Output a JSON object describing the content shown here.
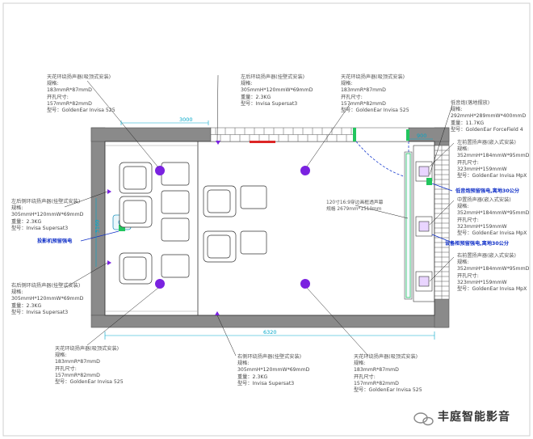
{
  "dimensions": {
    "top_width": "3000",
    "right_gap": "900",
    "left_height": "3160",
    "bottom_width": "6320"
  },
  "labels": {
    "ceiling_tl": {
      "title": "天花环绕扬声器(吸顶式安装)",
      "l1": "规格:",
      "l2": "183mmR*87mmD",
      "l3": "开孔尺寸:",
      "l4": "157mmR*82mmD",
      "l5": "型号：GoldenEar Invisa 525"
    },
    "left_rear_top": {
      "title": "左后环绕扬声器(挂壁式安装)",
      "l1": "规格:",
      "l2": "305mmH*120mmW*69mmD",
      "l3": "重量：2.3KG",
      "l4": "型号：Invisa Supersat3"
    },
    "ceiling_tr": {
      "title": "天花环绕扬声器(吸顶式安装)",
      "l1": "规格:",
      "l2": "183mmR*87mmD",
      "l3": "开孔尺寸:",
      "l4": "157mmR*82mmD",
      "l5": "型号：GoldenEar Invisa 525"
    },
    "subwoofer": {
      "title": "低音炮(落地摆放)",
      "l1": "规格:",
      "l2": "292mmH*289mmW*400mmD",
      "l3": "重量：11.7KG",
      "l4": "型号：GoldenEar ForceField 4"
    },
    "front_left": {
      "title": "左前置扬声器(嵌入式安装)",
      "l1": "规格:",
      "l2": "352mmH*184mmW*95mmD",
      "l3": "开孔尺寸:",
      "l4": "323mmH*159mmW",
      "l5": "型号：GoldenEar Invisa MpX"
    },
    "left_rear_side": {
      "title": "左后侧环绕扬声器(挂壁式安装)",
      "l1": "规格:",
      "l2": "305mmH*120mmW*69mmD",
      "l3": "重量：2.3KG",
      "l4": "型号：Invisa Supersat3"
    },
    "center": {
      "title": "中置扬声器(嵌入式安装)",
      "l1": "规格:",
      "l2": "352mmH*184mmW*95mmD",
      "l3": "开孔尺寸:",
      "l4": "323mmH*159mmW",
      "l5": "型号：GoldenEar Invisa MpX"
    },
    "front_right": {
      "title": "右前置扬声器(嵌入式安装)",
      "l1": "规格:",
      "l2": "352mmH*184mmW*95mmD",
      "l3": "开孔尺寸:",
      "l4": "323mmH*159mmW",
      "l5": "型号：GoldenEar Invisa MpX"
    },
    "right_rear_side": {
      "title": "右后侧环绕扬声器(挂壁式安装)",
      "l1": "规格:",
      "l2": "305mmH*120mmW*69mmD",
      "l3": "重量：2.3KG",
      "l4": "型号：Invisa Supersat3"
    },
    "ceiling_bl": {
      "title": "天花环绕扬声器(吸顶式安装)",
      "l1": "规格:",
      "l2": "183mmR*87mmD",
      "l3": "开孔尺寸:",
      "l4": "157mmR*82mmD",
      "l5": "型号：GoldenEar Invisa 525"
    },
    "right_rear_wall": {
      "title": "右侧环绕扬声器(挂壁式安装)",
      "l1": "规格:",
      "l2": "305mmH*120mmW*69mmD",
      "l3": "重量：2.3KG",
      "l4": "型号：Invisa Supersat3"
    },
    "ceiling_br": {
      "title": "天花环绕扬声器(吸顶式安装)",
      "l1": "规格:",
      "l2": "183mmR*87mmD",
      "l3": "开孔尺寸:",
      "l4": "157mmR*82mmD",
      "l5": "型号：GoldenEar Invisa 525"
    }
  },
  "screen": {
    "l1": "120寸16:9穿边画框透声幕",
    "l2": "规格 2679mm*1510mm"
  },
  "power_notes": {
    "projector": "投影机预留强电",
    "subwoofer": "低音炮预留强电,离地30公分",
    "equipment": "设备柜预留强电,离地30公分"
  },
  "watermark": {
    "name": "丰庭智能影音"
  },
  "colors": {
    "speaker": "#7a22e0",
    "wall": "#7f7f7f",
    "accent": "#1030c8",
    "dim": "#00a7c9"
  }
}
